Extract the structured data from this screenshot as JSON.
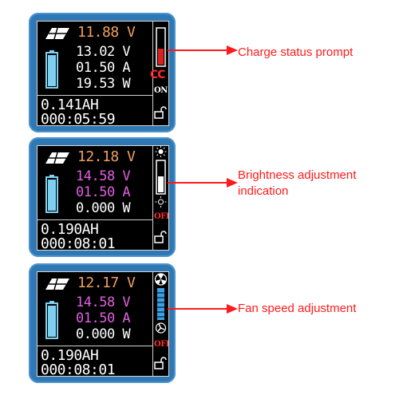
{
  "panels": [
    {
      "input_voltage": "11.88 V",
      "voltage": "13.02 V",
      "current": "01.50 A",
      "power": "19.53 W",
      "capacity": "0.141AH",
      "time": "000:05:59",
      "mode": "CC",
      "state": "ON",
      "side_icon": "charge-level-bar",
      "label_lines": [
        "Charge status prompt"
      ]
    },
    {
      "input_voltage": "12.18 V",
      "voltage": "14.58 V",
      "current": "01.50 A",
      "power": "0.000 W",
      "capacity": "0.190AH",
      "time": "000:08:01",
      "mode": "",
      "state": "OFF",
      "side_icon": "brightness-icon",
      "label_lines": [
        "Brightness adjustment",
        "indication"
      ]
    },
    {
      "input_voltage": "12.17 V",
      "voltage": "14.58 V",
      "current": "01.50 A",
      "power": "0.000 W",
      "capacity": "0.190AH",
      "time": "000:08:01",
      "mode": "",
      "state": "OFF",
      "side_icon": "fan-icon",
      "label_lines": [
        "Fan speed adjustment"
      ]
    }
  ],
  "colors": {
    "device_body": "#2f78b4",
    "input_voltage": "#f0a060",
    "white_value": "#ffffff",
    "magenta_value": "#e060e0",
    "battery": "#7fd0f0",
    "arrow": "#ff1a1a",
    "state_off": "#ff3030",
    "state_on": "#ffffff"
  }
}
